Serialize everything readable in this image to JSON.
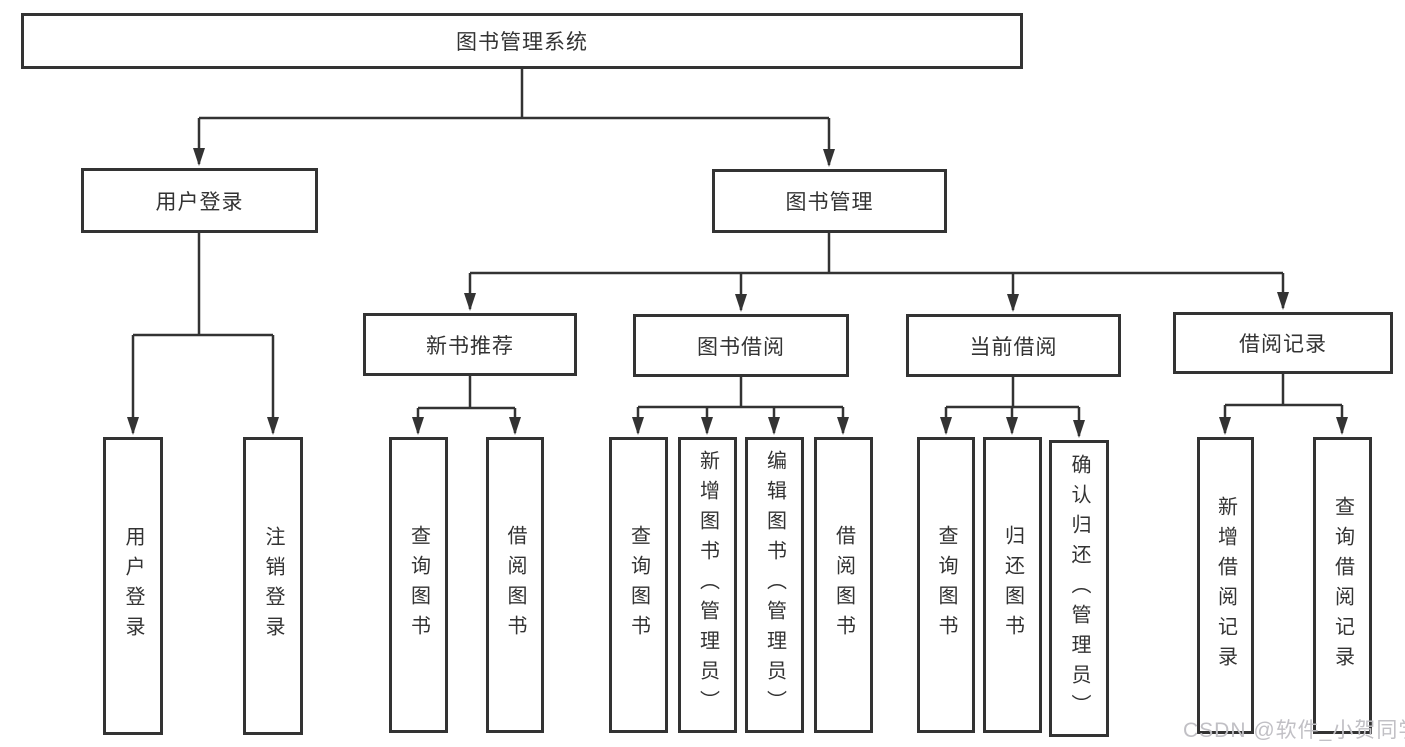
{
  "diagram": {
    "root": {
      "label": "图书管理系统"
    },
    "branches": [
      {
        "label": "用户登录",
        "children": [
          {
            "label": "用户登录"
          },
          {
            "label": "注销登录"
          }
        ]
      },
      {
        "label": "图书管理",
        "children": [
          {
            "label": "新书推荐",
            "children": [
              {
                "label": "查询图书"
              },
              {
                "label": "借阅图书"
              }
            ]
          },
          {
            "label": "图书借阅",
            "children": [
              {
                "label": "查询图书"
              },
              {
                "label": "新增图书（管理员）"
              },
              {
                "label": "编辑图书（管理员）"
              },
              {
                "label": "借阅图书"
              }
            ]
          },
          {
            "label": "当前借阅",
            "children": [
              {
                "label": "查询图书"
              },
              {
                "label": "归还图书"
              },
              {
                "label": "确认归还（管理员）"
              }
            ]
          },
          {
            "label": "借阅记录",
            "children": [
              {
                "label": "新增借阅记录"
              },
              {
                "label": "查询借阅记录"
              }
            ]
          }
        ]
      }
    ]
  },
  "watermark": {
    "text": "CSDN @软件_小贺同学"
  },
  "colors": {
    "line": "#333333",
    "text": "#333333",
    "box_background": "#ffffff",
    "page_background": "#ffffff",
    "watermark": "#c1c0c5"
  }
}
